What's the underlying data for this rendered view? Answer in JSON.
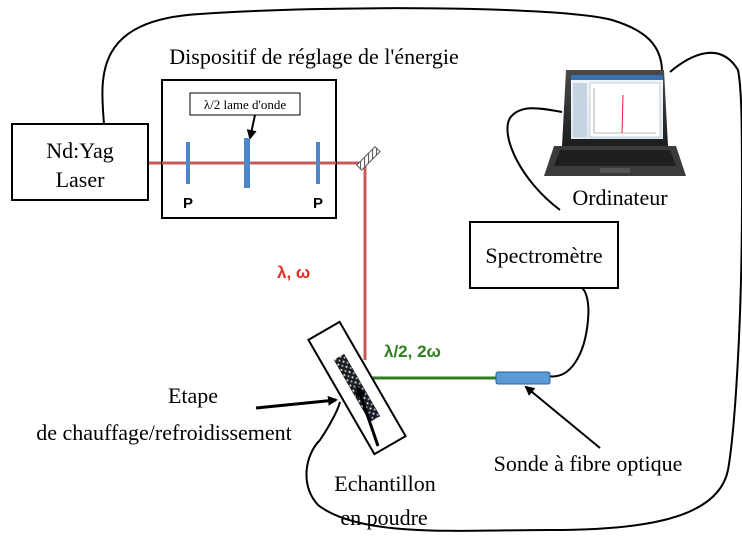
{
  "labels": {
    "energy_device": "Dispositif de réglage de l'énergie",
    "half_wave_plate": "λ/2 lame d'onde",
    "laser_line1": "Nd:Yag",
    "laser_line2": "Laser",
    "polarizer_left": "P",
    "polarizer_right": "P",
    "fundamental_beam": "λ, ω",
    "harmonic_beam": "λ/2, 2ω",
    "computer": "Ordinateur",
    "spectrometer": "Spectromètre",
    "stage_line1": "Etape",
    "stage_line2": "de chauffage/refroidissement",
    "sample_line1": "Echantillon",
    "sample_line2": "en poudre",
    "fiber_probe": "Sonde à fibre optique"
  },
  "colors": {
    "fundamental_beam": "#c85a5a",
    "harmonic_beam": "#2e7d1e",
    "fundamental_text": "#e0301e",
    "harmonic_text": "#2e7d1e",
    "optic_element": "#4f86c6",
    "fiber_probe": "#5b9bd5",
    "mirror": "#666666",
    "outline": "#000000"
  },
  "icons": {
    "computer": "laptop-icon",
    "mirror": "hatched-mirror-icon",
    "sample": "powder-sample-icon"
  }
}
